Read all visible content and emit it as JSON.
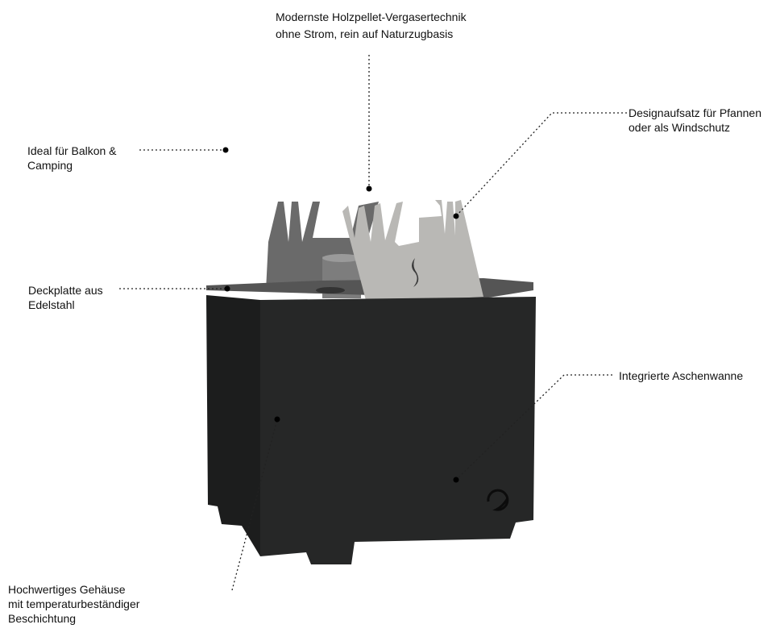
{
  "labels": {
    "technology": {
      "line1": "Modernste Holzpellet-Vergasertechnik",
      "line2": "ohne Strom, rein auf Naturzugbasis"
    },
    "design_attachment": {
      "line1": "Designaufsatz für Pfannen",
      "line2": "oder als Windschutz"
    },
    "balcony": {
      "line1": "Ideal für Balkon &",
      "line2": "Camping"
    },
    "cover_plate": {
      "line1": "Deckplatte aus",
      "line2": "Edelstahl"
    },
    "ash_pan": {
      "line1": "Integrierte Aschenwanne"
    },
    "housing": {
      "line1": "Hochwertiges Gehäuse",
      "line2": "mit temperaturbeständiger",
      "line3": "Beschichtung"
    }
  },
  "colors": {
    "body": "#262727",
    "side": "#1c1d1d",
    "steel_light": "#b9b8b5",
    "steel_dark": "#5c5c5c",
    "leader": "#222222"
  }
}
